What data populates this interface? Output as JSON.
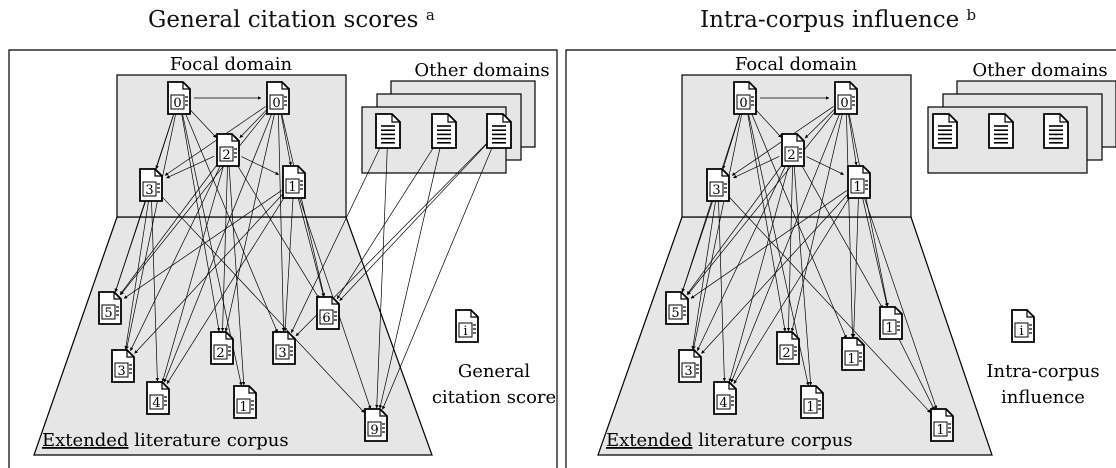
{
  "panels": [
    {
      "title": "General citation scores",
      "title_note": "a",
      "focal_label": "Focal domain",
      "other_label": "Other domains",
      "corpus_label_underlined": "Extended",
      "corpus_label_rest": " literature corpus",
      "legend_icon": "i",
      "legend_text_1": "General",
      "legend_text_2": "citation score",
      "focal_docs": [
        "0",
        "0",
        "2",
        "3",
        "1"
      ],
      "corpus_docs": [
        "5",
        "3",
        "4",
        "2",
        "1",
        "3",
        "6",
        "9"
      ]
    },
    {
      "title": "Intra-corpus influence",
      "title_note": "b",
      "focal_label": "Focal domain",
      "other_label": "Other domains",
      "corpus_label_underlined": "Extended",
      "corpus_label_rest": " literature corpus",
      "legend_icon": "i",
      "legend_text_1": "Intra-corpus",
      "legend_text_2": "influence",
      "focal_docs": [
        "0",
        "0",
        "2",
        "3",
        "1"
      ],
      "corpus_docs": [
        "5",
        "3",
        "4",
        "2",
        "1",
        "1",
        "1",
        "1"
      ]
    }
  ],
  "icons": {
    "document": "document-icon",
    "other_document": "text-document-icon"
  },
  "colors": {
    "box_fill": "#e6e6e6",
    "stroke": "#000000",
    "background": "#ffffff"
  }
}
